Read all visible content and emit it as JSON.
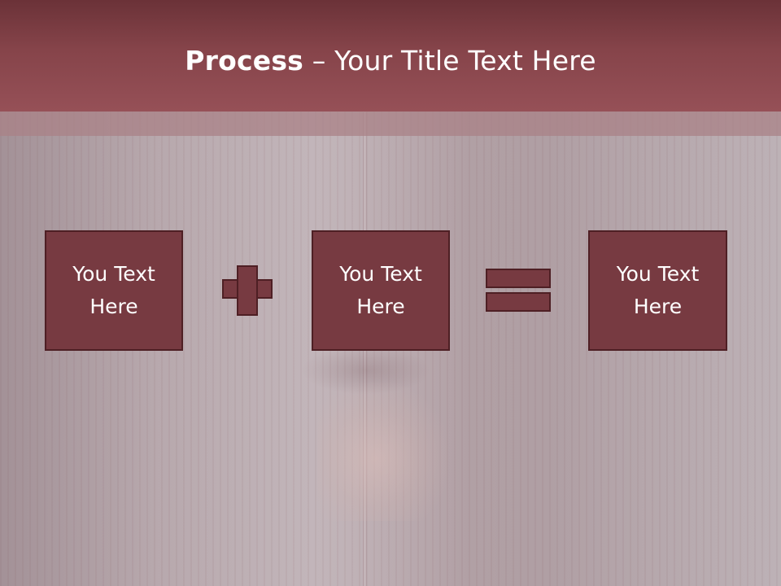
{
  "slide": {
    "title_bold": "Process",
    "title_rest": " – Your Title Text Here"
  },
  "process": {
    "steps": [
      {
        "label": "You Text Here"
      },
      {
        "label": "You Text Here"
      },
      {
        "label": "You Text Here"
      }
    ],
    "operators": [
      "plus",
      "equals"
    ]
  },
  "colors": {
    "header": "#86444a",
    "box_fill": "#773a41",
    "box_border": "#4e1f24",
    "text": "#ffffff",
    "background_overlay": "#b8aaaf"
  },
  "icons": {
    "plus": "plus-icon",
    "equals": "equals-icon"
  }
}
